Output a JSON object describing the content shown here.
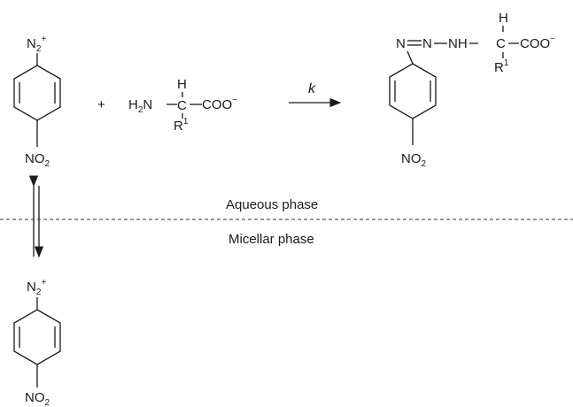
{
  "groups": {
    "diazonium": "N",
    "diazonium_sub": "2",
    "diazonium_sup": "+",
    "nitro": "NO",
    "nitro_sub": "2",
    "amine": "H",
    "amine_sub": "2",
    "amine_n": "N",
    "h_atom": "H",
    "carbon": "C",
    "carboxylate": "COO",
    "carboxylate_sup": "−",
    "r_group": "R",
    "r_sup": "1",
    "azo_n1": "N",
    "azo_n2": "N",
    "nh": "NH"
  },
  "operators": {
    "plus": "+",
    "rate_constant": "k"
  },
  "phases": {
    "aqueous": "Aqueous phase",
    "micellar": "Micellar phase"
  }
}
